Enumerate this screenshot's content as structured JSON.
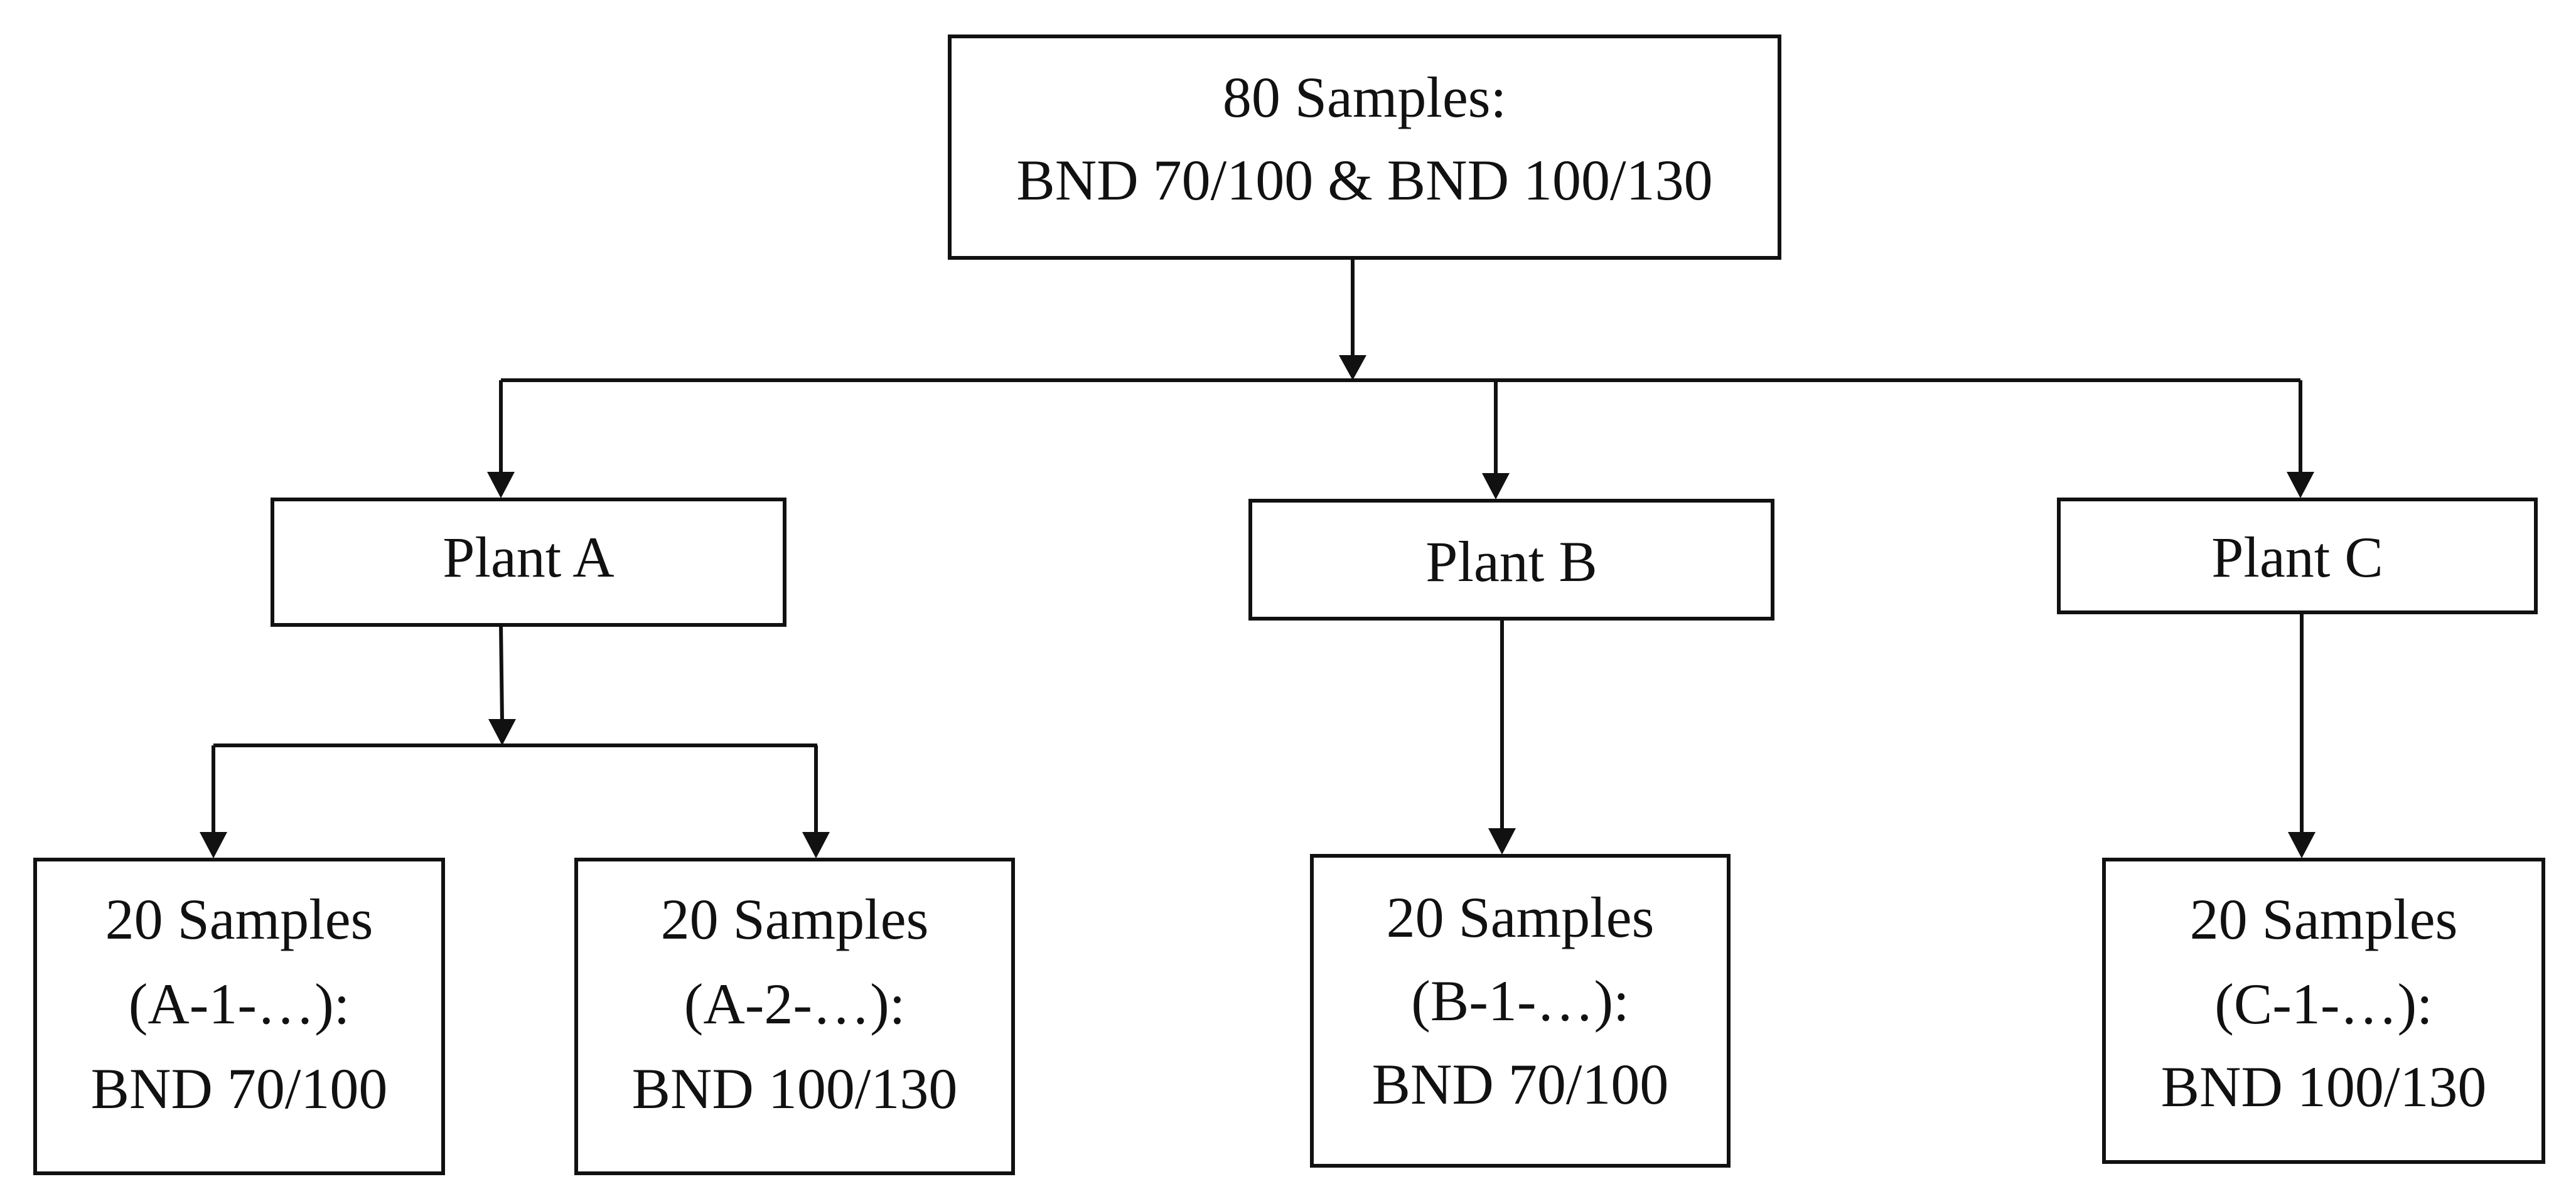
{
  "boxes": {
    "root": {
      "line1": "80 Samples:",
      "line2": "BND 70/100 & BND 100/130"
    },
    "plant_a": {
      "label": "Plant A"
    },
    "plant_b": {
      "label": "Plant B"
    },
    "plant_c": {
      "label": "Plant C"
    },
    "a1": {
      "line1": "20 Samples",
      "line2": "(A-1-…):",
      "line3": "BND 70/100"
    },
    "a2": {
      "line1": "20 Samples",
      "line2": "(A-2-…):",
      "line3": "BND 100/130"
    },
    "b1": {
      "line1": "20 Samples",
      "line2": "(B-1-…):",
      "line3": "BND 70/100"
    },
    "c1": {
      "line1": "20 Samples",
      "line2": "(C-1-…):",
      "line3": "BND 100/130"
    }
  }
}
